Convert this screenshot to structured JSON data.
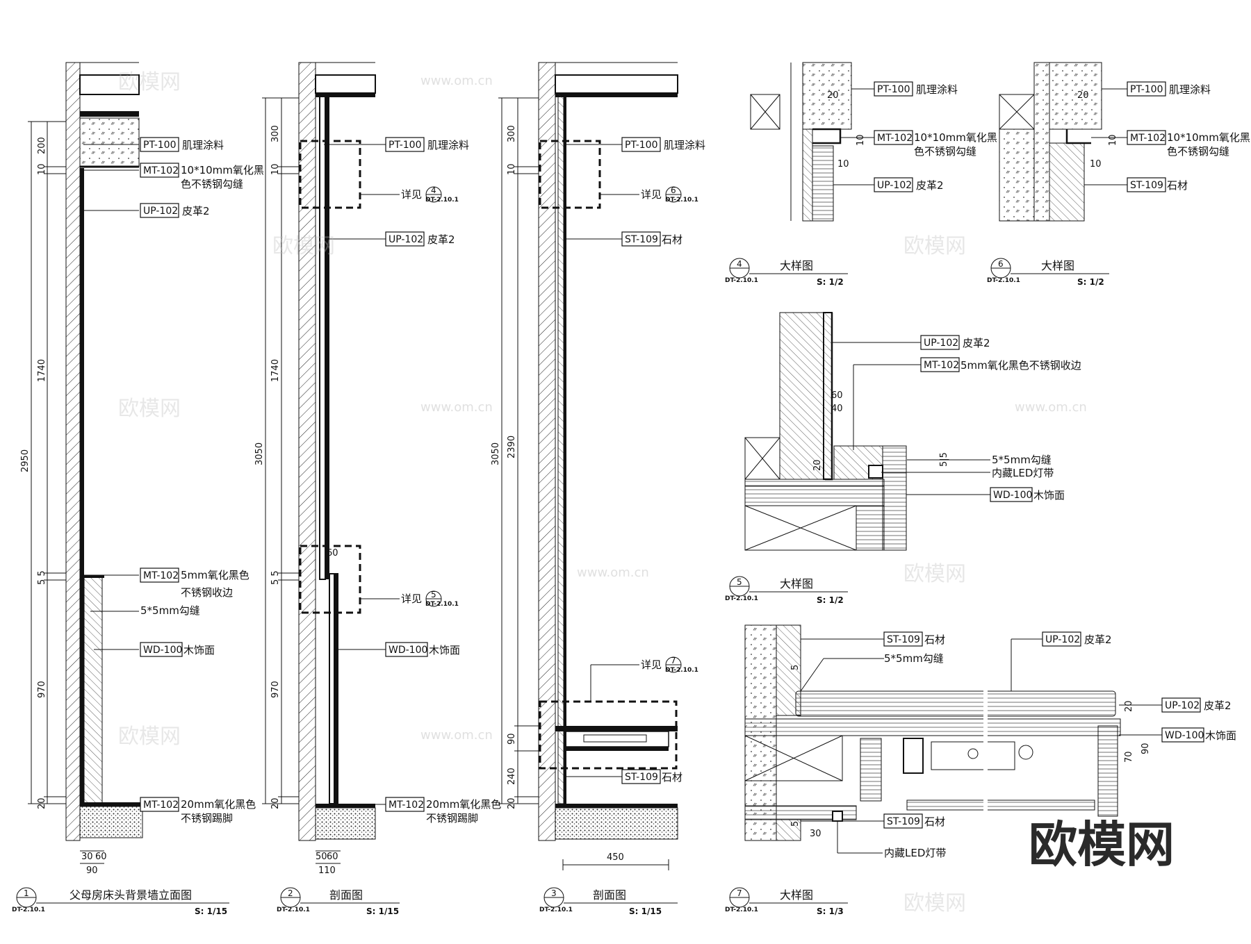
{
  "materials": {
    "pt100": {
      "code": "PT-100",
      "name": "肌理涂料"
    },
    "mt102_gap": {
      "code": "MT-102",
      "line1": "10*10mm氧化黑",
      "line2": "色不锈钢勾缝"
    },
    "up102": {
      "code": "UP-102",
      "name": "皮革2"
    },
    "mt102_edge": {
      "code": "MT-102",
      "line1": "5mm氧化黑色",
      "line2": "不锈钢收边",
      "single": "5mm氧化黑色不锈钢收边"
    },
    "groove": "5*5mm勾缝",
    "wd100": {
      "code": "WD-100",
      "name": "木饰面"
    },
    "mt102_kick": {
      "code": "MT-102",
      "line1": "20mm氧化黑色",
      "line2": "不锈钢踢脚"
    },
    "st109": {
      "code": "ST-109",
      "name": "石材"
    },
    "led": "内藏LED灯带"
  },
  "see_detail": "详见",
  "sheet_ref": "DT-2.10.1",
  "detail_sheet": "DT-2.10.1",
  "views": [
    {
      "num": "1",
      "title": "父母房床头背景墙立面图",
      "scale": "S: 1/15",
      "sheet": "DT-2.10.1"
    },
    {
      "num": "2",
      "title": "剖面图",
      "scale": "S: 1/15",
      "sheet": "DT-2.10.1"
    },
    {
      "num": "3",
      "title": "剖面图",
      "scale": "S: 1/15",
      "sheet": "DT-2.10.1"
    },
    {
      "num": "4",
      "title": "大样图",
      "scale": "S: 1/2",
      "sheet": "DT-2.10.1"
    },
    {
      "num": "6",
      "title": "大样图",
      "scale": "S: 1/2",
      "sheet": "DT-2.10.1"
    },
    {
      "num": "5",
      "title": "大样图",
      "scale": "S: 1/2",
      "sheet": "DT-2.10.1"
    },
    {
      "num": "7",
      "title": "大样图",
      "scale": "S: 1/3",
      "sheet": "DT-2.10.1"
    }
  ],
  "callouts": {
    "c4": "4",
    "c5": "5",
    "c6": "6",
    "c7": "7"
  },
  "dims": {
    "v1_total": "2950",
    "v1_200": "200",
    "v1_10": "10",
    "v1_1740": "1740",
    "v1_55": "5 5",
    "v1_970": "970",
    "v1_20": "20",
    "v1_b30": "30",
    "v1_b60": "60",
    "v1_b90": "90",
    "v2_total": "3050",
    "v2_300": "300",
    "v2_10": "10",
    "v2_1740": "1740",
    "v2_55": "5 5",
    "v2_970": "970",
    "v2_20": "20",
    "v2_60": "60",
    "v2_b50": "50",
    "v2_b60": "60",
    "v2_b110": "110",
    "v3_total": "3050",
    "v3_300": "300",
    "v3_10": "10",
    "v3_2390": "2390",
    "v3_90": "90",
    "v3_240": "240",
    "v3_20": "20",
    "v3_450": "450",
    "d_20": "20",
    "d_10": "10",
    "d_10b": "10",
    "d5_60": "60",
    "d5_40": "40",
    "d5_20": "20",
    "d5_55": "5|5",
    "d7_20": "20",
    "d7_70": "70",
    "d7_90": "90",
    "d7_30": "30",
    "d7_5": "5"
  },
  "watermark": {
    "brand": "欧模网",
    "url": "www.om.cn"
  }
}
